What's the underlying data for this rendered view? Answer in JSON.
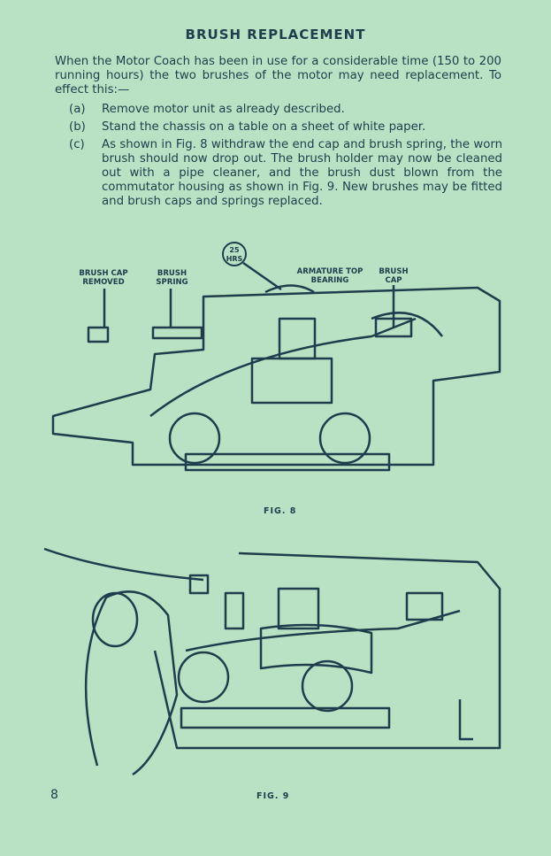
{
  "title": "BRUSH REPLACEMENT",
  "intro": "When the Motor Coach has been in use for a considerable time (150 to 200 running hours) the two brushes of the motor may need replacement. To effect this:—",
  "steps": [
    {
      "label": "(a)",
      "text": "Remove motor unit as already described."
    },
    {
      "label": "(b)",
      "text": "Stand the chassis on a table on a sheet of white paper."
    },
    {
      "label": "(c)",
      "text": "As shown in Fig. 8 withdraw the end cap and brush spring, the worn brush should now drop out. The brush holder may now be cleaned out with a pipe cleaner, and the brush dust blown from the commutator housing as shown in Fig. 9. New brushes may be fitted and brush caps and springs replaced."
    }
  ],
  "fig8": {
    "caption": "FIG. 8",
    "labels": {
      "brush_cap_removed": "BRUSH CAP REMOVED",
      "brush_spring": "BRUSH SPRING",
      "badge": "25 HRS",
      "armature": "ARMATURE TOP BEARING",
      "brush_cap": "BRUSH CAP"
    }
  },
  "fig9": {
    "caption": "FIG. 9"
  },
  "page_number": "8"
}
